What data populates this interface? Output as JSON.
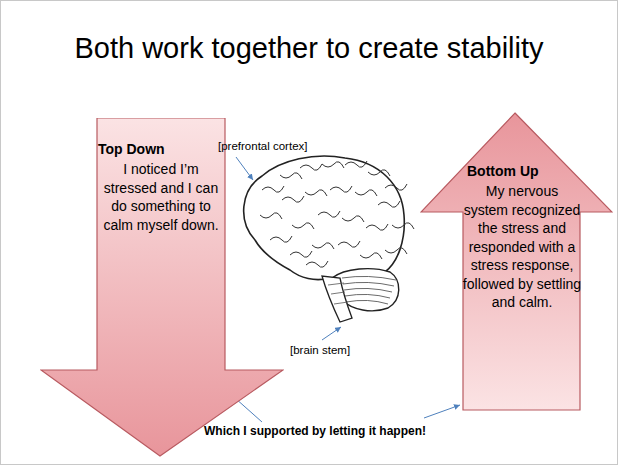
{
  "diagram": {
    "title": "Both work together to create stability",
    "nodes": [
      {
        "text": [
          "Top Down",
          "I noticed I’m stressed and I can do something to calm myself down."
        ]
      },
      {
        "text": [
          "Bottom Up",
          "My nervous system recognized the stress and responded with a stress response, followed by settling and calm."
        ]
      }
    ],
    "labels": [
      "[prefrontal cortex]",
      "[brain stem]",
      "Which I supported by letting it happen!"
    ]
  }
}
